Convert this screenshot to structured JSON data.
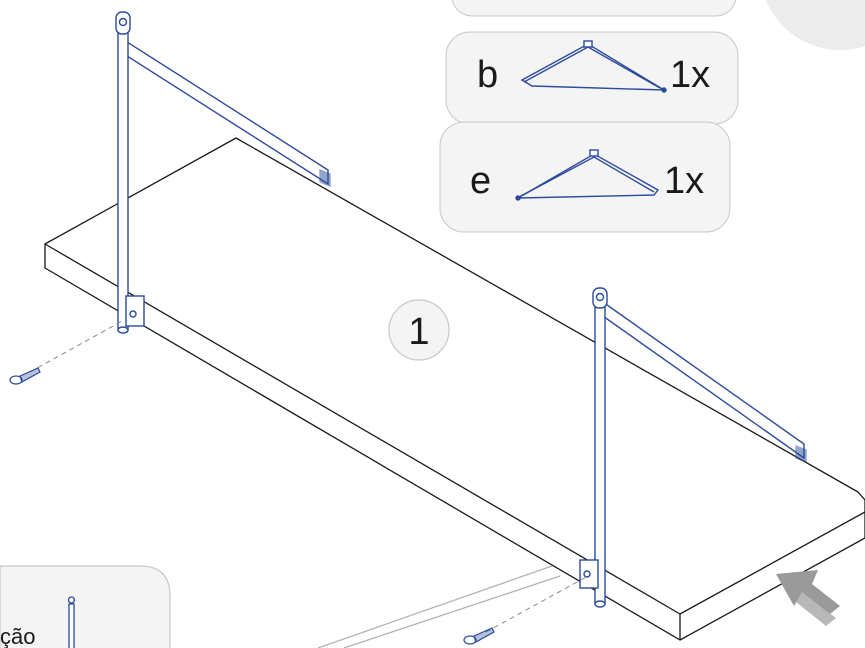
{
  "parts": [
    {
      "letter": "",
      "count": ""
    },
    {
      "letter": "b",
      "count": "1x"
    },
    {
      "letter": "e",
      "count": "1x"
    }
  ],
  "step": {
    "number": "1"
  },
  "side_panel": {
    "partial_text": "ção"
  },
  "colors": {
    "line": "#1a1a1a",
    "bracket": "#2a4a9a",
    "panel_fill": "#f4f4f4",
    "panel_stroke": "#c8c8c8",
    "arrow": "#9a9a9a",
    "leader": "#b0b0b0"
  }
}
